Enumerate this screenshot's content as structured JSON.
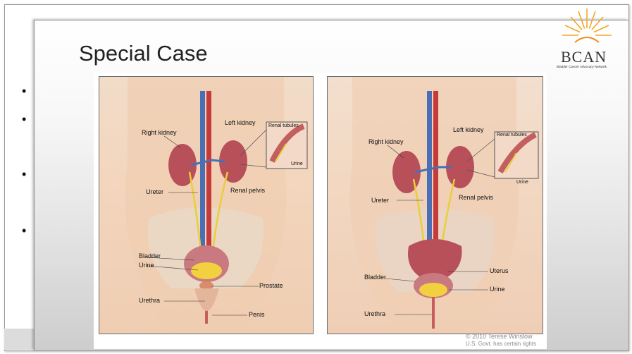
{
  "slide": {
    "title": "Special Case",
    "bullets": [
      "•",
      "•",
      "•",
      "•"
    ]
  },
  "logo": {
    "name": "BCAN",
    "subtitle": "Bladder Cancer Advocacy Network"
  },
  "figure": {
    "male_labels": {
      "right_kidney": "Right kidney",
      "left_kidney": "Left kidney",
      "renal_tubules": "Renal tubules",
      "urine_inset": "Urine",
      "ureter": "Ureter",
      "renal_pelvis": "Renal pelvis",
      "bladder": "Bladder",
      "urine": "Urine",
      "prostate": "Prostate",
      "urethra": "Urethra",
      "penis": "Penis"
    },
    "female_labels": {
      "right_kidney": "Right kidney",
      "left_kidney": "Left kidney",
      "renal_tubules": "Renal tubules",
      "urine_inset": "Urine",
      "ureter": "Ureter",
      "renal_pelvis": "Renal pelvis",
      "bladder": "Bladder",
      "uterus": "Uterus",
      "urine": "Urine",
      "urethra": "Urethra"
    },
    "credit_line1": "© 2010 Terese Winslow",
    "credit_line2": "U.S. Govt. has certain rights"
  },
  "colors": {
    "logo_sun": "#f5a623",
    "kidney": "#b8505a",
    "vein": "#4a6fb5",
    "artery": "#c63a3a",
    "ureter": "#e8cf3a",
    "skin": "#f2d6bd"
  }
}
